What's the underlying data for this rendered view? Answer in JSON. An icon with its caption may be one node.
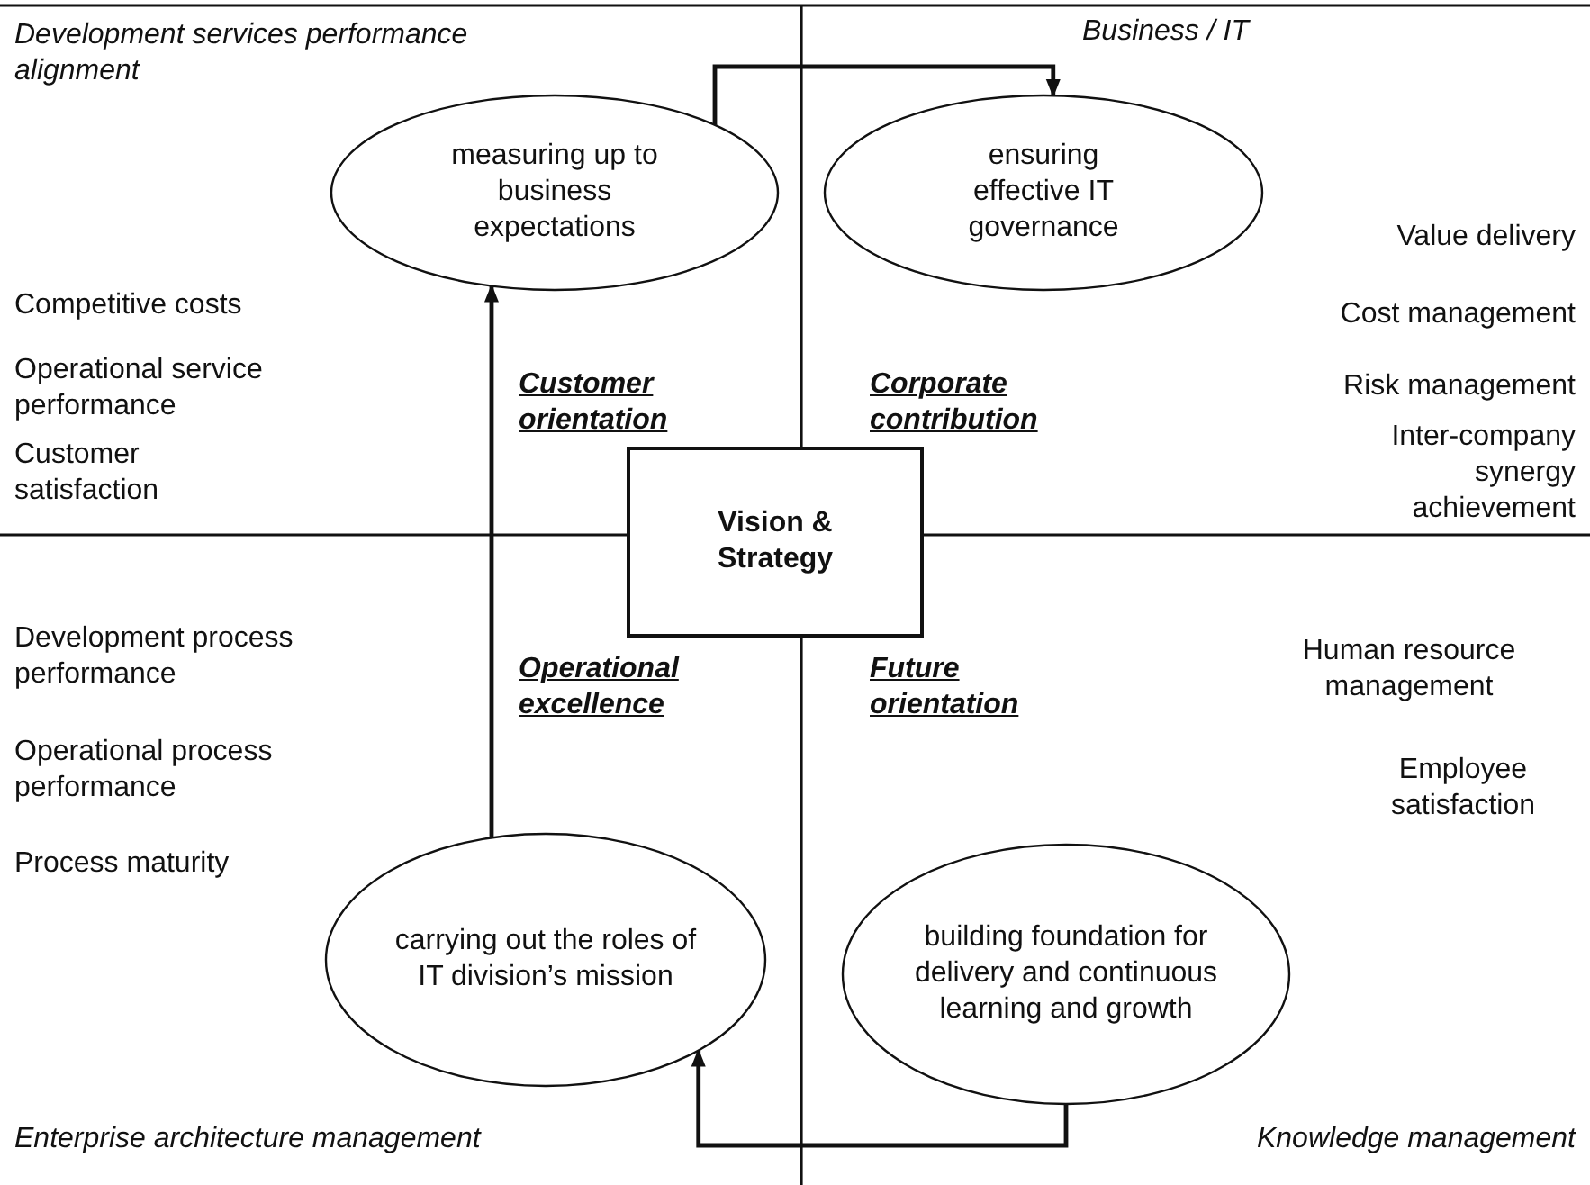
{
  "diagram": {
    "nodes": [
      {
        "text": [
          "measuring up to business expectations"
        ]
      },
      {
        "text": [
          "ensuring effective IT governance"
        ]
      },
      {
        "text": [
          "carrying out the roles of IT division’s mission"
        ]
      },
      {
        "text": [
          "building foundation for delivery and continuous learning and growth"
        ]
      },
      {
        "text": [
          "Vision & Strategy"
        ]
      }
    ],
    "edges": [
      {
        "from": 3,
        "to": 2,
        "arrow": "to"
      },
      {
        "from": 2,
        "to": 0,
        "arrow": "to"
      },
      {
        "from": 0,
        "to": 1,
        "arrow": "to"
      }
    ],
    "labels": [
      "Development services performance alignment",
      "Business / IT",
      "Value delivery",
      "Competitive costs",
      "Cost management",
      "Operational service performance",
      "Risk management",
      "Customer orientation",
      "Corporate contribution",
      "Inter-company synergy achievement",
      "Customer satisfaction",
      "Development process performance",
      "Operational excellence",
      "Future orientation",
      "Human resource management",
      "Operational process performance",
      "Employee satisfaction",
      "Process maturity",
      "Enterprise architecture management",
      "Knowledge management"
    ]
  }
}
